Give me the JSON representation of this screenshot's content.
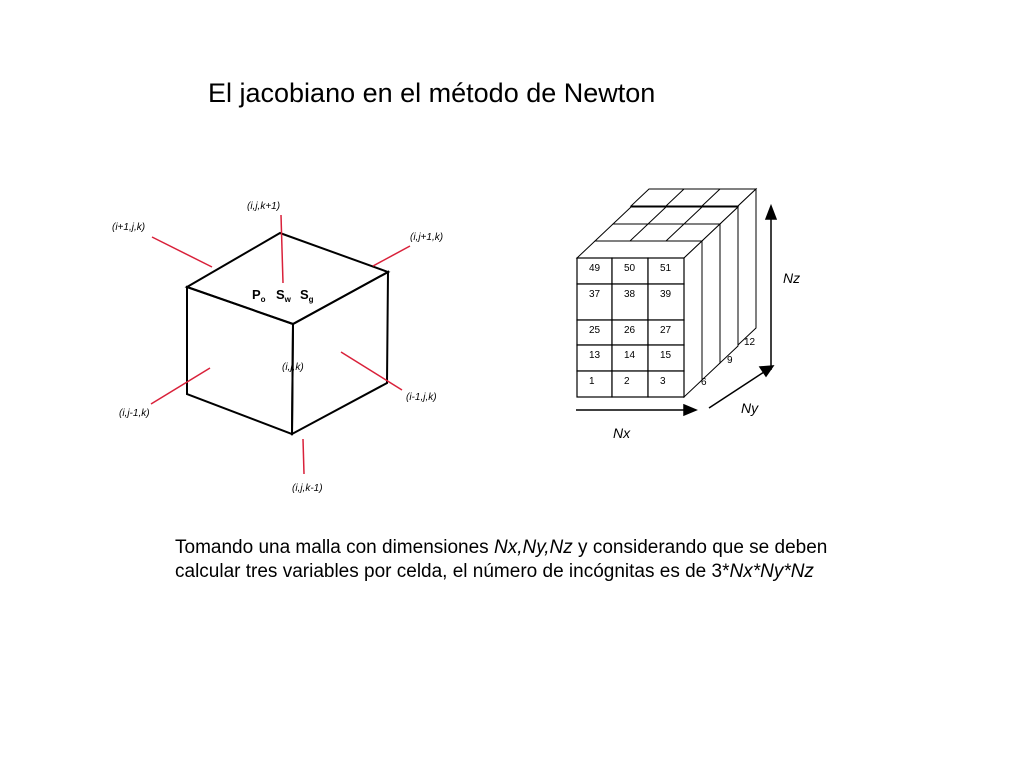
{
  "title": "El jacobiano en el método de Newton",
  "cube": {
    "neighbors": {
      "top": "(i,j,k+1)",
      "upper_left": "(i+1,j,k)",
      "upper_right": "(i,j+1,k)",
      "center": "(i,j,k)",
      "lower_right": "(i-1,j,k)",
      "lower_left": "(i,j-1,k)",
      "bottom": "(i,j,k-1)"
    },
    "variables": {
      "p": "P",
      "p_sub": "o",
      "sw": "S",
      "sw_sub": "w",
      "sg": "S",
      "sg_sub": "g"
    }
  },
  "grid": {
    "front_rows": [
      [
        "49",
        "50",
        "51"
      ],
      [
        "37",
        "38",
        "39"
      ],
      [
        "25",
        "26",
        "27"
      ],
      [
        "13",
        "14",
        "15"
      ],
      [
        "1",
        "2",
        "3"
      ]
    ],
    "side_labels": [
      "12",
      "9",
      "6"
    ],
    "axes": {
      "x": "Nx",
      "y": "Ny",
      "z": "Nz"
    }
  },
  "caption": {
    "line1_a": "Tomando una malla con dimensiones ",
    "line1_vars": "Nx,Ny,Nz",
    "line1_b": " y considerando que se deben",
    "line2_a": "calcular tres variables por celda, el número de incógnitas es de 3*",
    "line2_vars": "Nx*Ny*Nz"
  },
  "colors": {
    "connector": "#d9213a",
    "line": "#000000"
  }
}
